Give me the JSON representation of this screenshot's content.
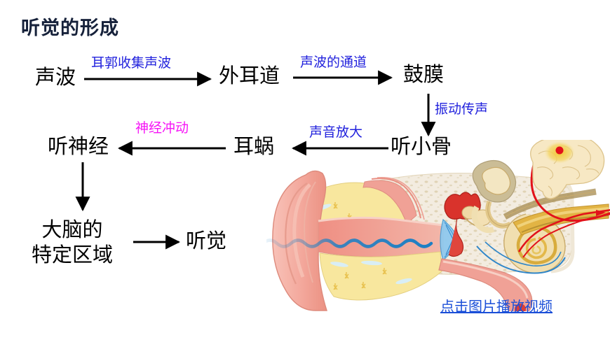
{
  "slide": {
    "title": "听觉的形成",
    "background_color": "#ffffff",
    "title_color": "#16213a"
  },
  "colors": {
    "node_text": "#000000",
    "label_blue": "#2222dd",
    "label_magenta": "#f613f6",
    "link_blue": "#1b4fd8",
    "arrow_black": "#000000",
    "soundwave_blue": "#1c7fc4",
    "pinna_pink": "#f4a9a0",
    "tissue_yellow": "#f7e49a",
    "bone_tan": "#e8d9b0",
    "cochlea_gold": "#e3a92e",
    "nerve_red": "#e2121a",
    "brain_cream": "#f5e6c0",
    "brain_highlight": "#f0cf45"
  },
  "flow": {
    "nodes": [
      {
        "id": "sound-wave",
        "label": "声波",
        "lines": [
          "声波"
        ]
      },
      {
        "id": "ear-canal",
        "label": "外耳道",
        "lines": [
          "外耳道"
        ]
      },
      {
        "id": "eardrum",
        "label": "鼓膜",
        "lines": [
          "鼓膜"
        ]
      },
      {
        "id": "ossicles",
        "label": "听小骨",
        "lines": [
          "听小骨"
        ]
      },
      {
        "id": "cochlea",
        "label": "耳蜗",
        "lines": [
          "耳蜗"
        ]
      },
      {
        "id": "auditory-nerve",
        "label": "听神经",
        "lines": [
          "听神经"
        ]
      },
      {
        "id": "brain-area",
        "label": "大脑的特定区域",
        "lines": [
          "大脑的",
          "特定区域"
        ]
      },
      {
        "id": "hearing",
        "label": "听觉",
        "lines": [
          "听觉"
        ]
      }
    ],
    "edges": [
      {
        "id": "e1",
        "from": "sound-wave",
        "to": "ear-canal",
        "label": "耳郭收集声波",
        "label_color": "#2222dd",
        "direction": "right"
      },
      {
        "id": "e2",
        "from": "ear-canal",
        "to": "eardrum",
        "label": "声波的通道",
        "label_color": "#2222dd",
        "direction": "right"
      },
      {
        "id": "e3",
        "from": "eardrum",
        "to": "ossicles",
        "label": "振动传声",
        "label_color": "#2222dd",
        "direction": "down"
      },
      {
        "id": "e4",
        "from": "ossicles",
        "to": "cochlea",
        "label": "声音放大",
        "label_color": "#2222dd",
        "direction": "left"
      },
      {
        "id": "e5",
        "from": "cochlea",
        "to": "auditory-nerve",
        "label": "神经冲动",
        "label_color": "#f613f6",
        "direction": "left"
      },
      {
        "id": "e6",
        "from": "auditory-nerve",
        "to": "brain-area",
        "label": "",
        "label_color": "#000000",
        "direction": "down"
      },
      {
        "id": "e7",
        "from": "brain-area",
        "to": "hearing",
        "label": "",
        "label_color": "#000000",
        "direction": "right"
      }
    ]
  },
  "illustration": {
    "name": "ear-anatomy-diagram",
    "parts": [
      "pinna",
      "ear-canal",
      "eardrum",
      "ossicles",
      "semicircular-canals",
      "cochlea",
      "auditory-nerve",
      "eustachian-tube",
      "brain",
      "sound-wave"
    ]
  },
  "link": {
    "text": "点击图片播放视频"
  }
}
